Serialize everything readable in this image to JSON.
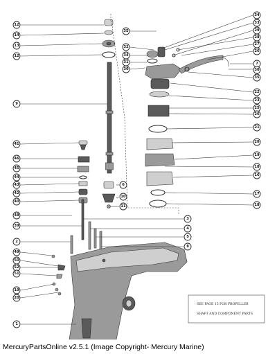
{
  "caption": "MercuryPartsOnline v2.5.1 (Image Copyright- Mercury Marine)",
  "note": {
    "line1": "SEE PAGE 15 FOR PROPELLER",
    "line2": "SHAFT AND COMPONENT PARTS"
  },
  "callouts_left": [
    "12",
    "14",
    "13",
    "12",
    "9",
    "41",
    "46",
    "45",
    "44",
    "43",
    "42",
    "40",
    "48",
    "39",
    "2",
    "49",
    "50",
    "52",
    "51",
    "19",
    "20",
    "1"
  ],
  "callouts_center": [
    "35",
    "32",
    "34",
    "31",
    "30",
    "6",
    "10",
    "11"
  ],
  "callouts_right": [
    "34",
    "33",
    "29",
    "28",
    "27",
    "26",
    "7",
    "30",
    "35",
    "22",
    "23",
    "25",
    "26",
    "21",
    "20",
    "19",
    "18",
    "16",
    "17",
    "18",
    "3",
    "4",
    "5",
    "8"
  ]
}
